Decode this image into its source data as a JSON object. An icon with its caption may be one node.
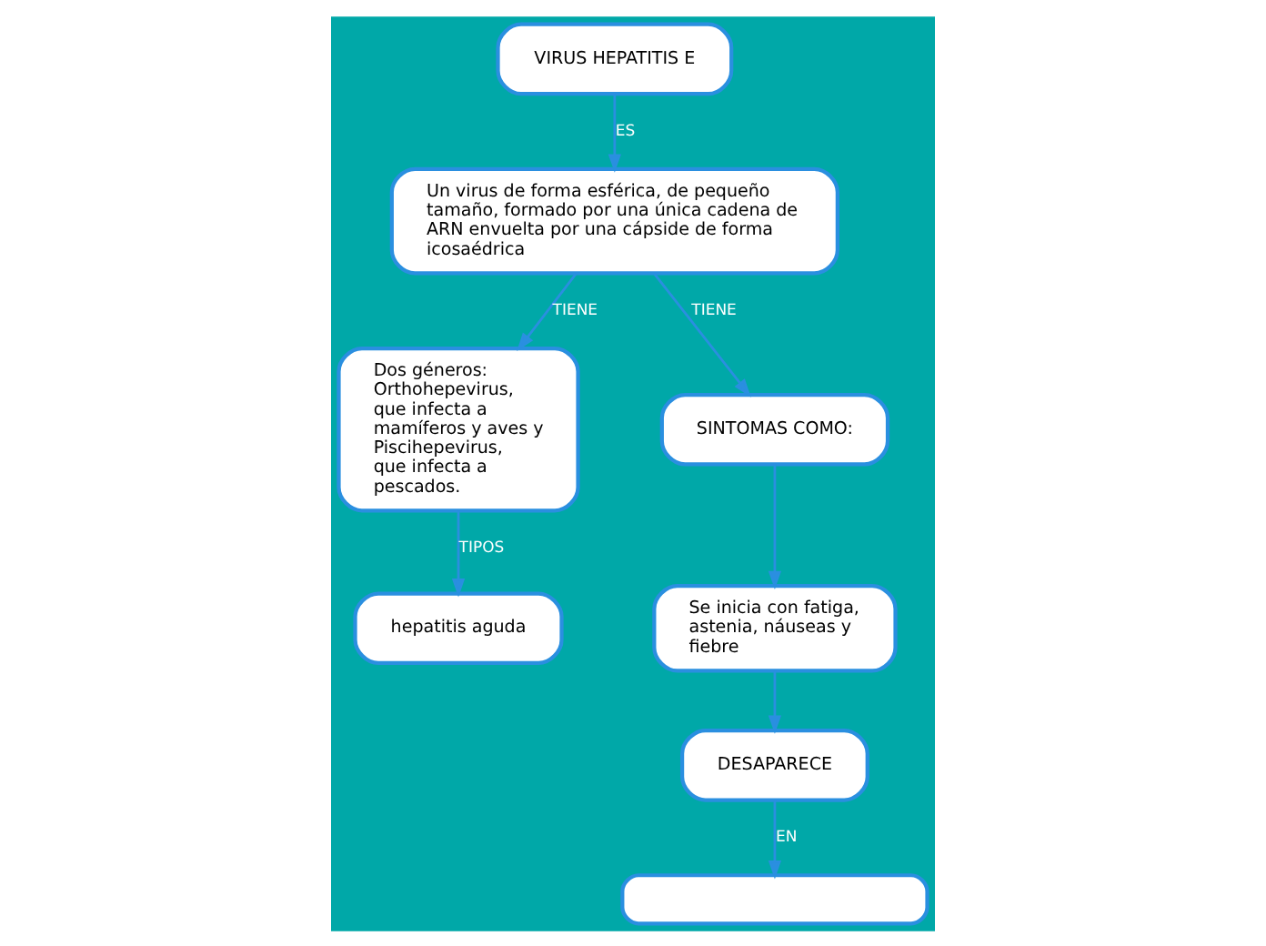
{
  "diagram": {
    "nodes": [
      {
        "text": [
          "VIRUS HEPATITIS E"
        ]
      },
      {
        "text": [
          "Un virus de forma esférica, de pequeño tamaño, formado por una única cadena de ARN envuelta por una cápside de forma icosaédrica"
        ]
      },
      {
        "text": [
          "Dos géneros: Orthohepevirus, que infecta a mamíferos y aves y Piscihepevirus, que infecta a pescados."
        ]
      },
      {
        "text": [
          "SINTOMAS COMO:"
        ]
      },
      {
        "text": [
          "Se inicia con fatiga, astenia, náuseas y fiebre"
        ]
      },
      {
        "text": [
          "DESAPARECE"
        ]
      },
      {
        "text": [
          "hepatitis aguda"
        ]
      },
      {
        "text": [],
        "shape": "box"
      }
    ],
    "edges": [
      {
        "from": 0,
        "to": 1,
        "arrow": "to",
        "label": "ES"
      },
      {
        "from": 1,
        "to": 2,
        "arrow": "to",
        "label": "TIENE"
      },
      {
        "from": 1,
        "to": 3,
        "arrow": "to",
        "label": "TIENE"
      },
      {
        "from": 3,
        "to": 4,
        "arrow": "to"
      },
      {
        "from": 4,
        "to": 5,
        "arrow": "to"
      },
      {
        "from": 2,
        "to": 6,
        "arrow": "to",
        "label": "TIPOS"
      },
      {
        "from": 5,
        "to": 7,
        "arrow": "to",
        "label": "EN"
      }
    ]
  }
}
